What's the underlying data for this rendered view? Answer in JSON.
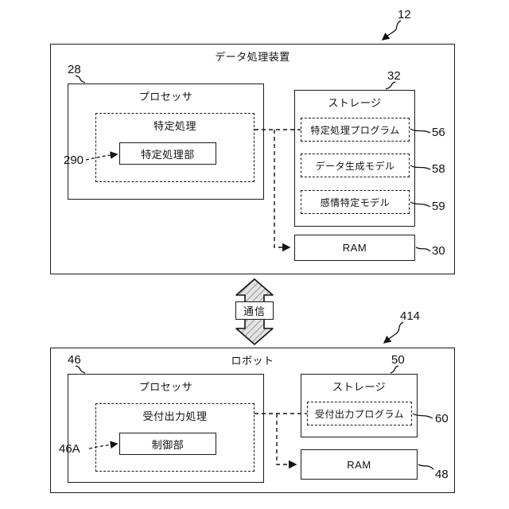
{
  "top_device": {
    "title": "データ処理装置",
    "ref": "12",
    "processor": {
      "title": "プロセッサ",
      "ref": "28",
      "inner": {
        "title": "特定処理",
        "unit": {
          "label": "特定処理部",
          "ref": "290"
        }
      }
    },
    "storage": {
      "title": "ストレージ",
      "ref": "32",
      "items": [
        {
          "label": "特定処理プログラム",
          "ref": "56"
        },
        {
          "label": "データ生成モデル",
          "ref": "58"
        },
        {
          "label": "感情特定モデル",
          "ref": "59"
        }
      ]
    },
    "ram": {
      "label": "RAM",
      "ref": "30"
    }
  },
  "comm": {
    "label": "通信"
  },
  "bottom_device": {
    "title": "ロボット",
    "ref": "414",
    "processor": {
      "title": "プロセッサ",
      "ref": "46",
      "inner": {
        "title": "受付出力処理",
        "unit": {
          "label": "制御部",
          "ref": "46A"
        }
      }
    },
    "storage": {
      "title": "ストレージ",
      "ref": "50",
      "items": [
        {
          "label": "受付出力プログラム",
          "ref": "60"
        }
      ]
    },
    "ram": {
      "label": "RAM",
      "ref": "48"
    }
  }
}
